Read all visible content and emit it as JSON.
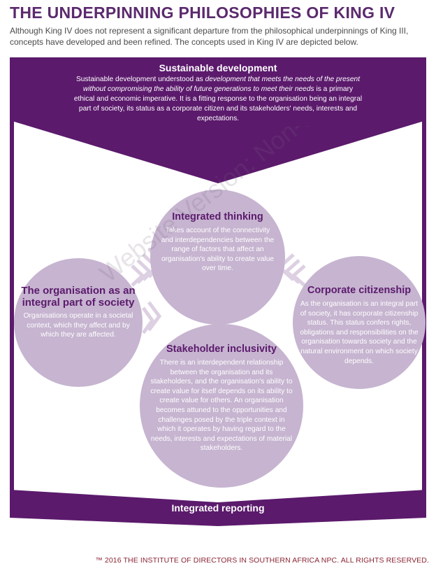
{
  "header": {
    "title": "THE UNDERPINNING PHILOSOPHIES OF KING IV",
    "intro": "Although King IV does not represent a significant departure from the philosophical underpinnings of King III, concepts have developed and been refined. The concepts used in King IV are depicted below."
  },
  "sustainable_development": {
    "title": "Sustainable development",
    "text_prefix": "Sustainable development understood as ",
    "text_emphasis": "development that meets the needs of the present without compromising the ability of future generations to meet their needs",
    "text_suffix": " is a primary ethical and economic imperative. It is a fitting response to the organisation being an integral part of society, its status as a corporate citizen and its stakeholders' needs, interests and expectations."
  },
  "concepts": {
    "integrated_thinking": {
      "title": "Integrated thinking",
      "text": "Takes account of  the connectivity and interdependencies between the range of factors that affect an organisation's ability to create value over time."
    },
    "organisation_society": {
      "title": "The organisation as an integral part of society",
      "text": "Organisations operate in a societal context, which they affect and by which they are affected."
    },
    "corporate_citizenship": {
      "title": "Corporate citizenship",
      "text": "As the organisation is an integral part of society, it has corporate citizenship status. This status confers rights, obligations and responsibilities on the organisation towards society and the natural environment on which society depends."
    },
    "stakeholder_inclusivity": {
      "title": "Stakeholder inclusivity",
      "text": "There is an interdependent relationship between the organisation and its stakeholders, and the organisation's ability to create value for itself depends on its ability to create value for others. An organisation becomes attuned to the opportunities and challenges posed by the triple context in which it operates by having regard to the needs, interests and expectations of material stakeholders."
    }
  },
  "integrated_reporting": {
    "label": "Integrated reporting"
  },
  "watermark": {
    "text": "Website Version: Non-commercial Use"
  },
  "footer": {
    "copyright": "™ 2016 THE INSTITUTE OF DIRECTORS IN SOUTHERN AFRICA NPC. ALL RIGHTS RESERVED."
  },
  "colors": {
    "primary": "#5b1a6c",
    "circle": "#c6b4d0",
    "chevron": "#ddd0e3",
    "footer": "#8a2432"
  }
}
